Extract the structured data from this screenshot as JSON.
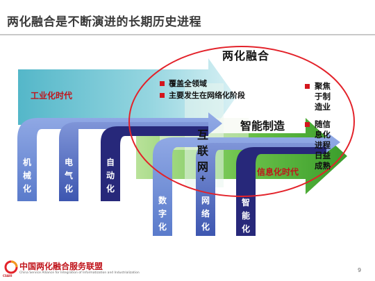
{
  "slide": {
    "title": "两化融合是不断演进的长期历史进程",
    "page_number": "9"
  },
  "diagram": {
    "industrial_era_label": "工业化时代",
    "info_era_label": "信息化时代",
    "fusion_label": "两化融合",
    "internet_plus_label": "互联网+",
    "smart_manufacturing_label": "智能制造",
    "fusion_bullets": [
      "覆盖全领域",
      "主要发生在网络化阶段"
    ],
    "side_bullets": [
      [
        "聚焦",
        "于制",
        "造业"
      ],
      [
        "随信",
        "息化",
        "进程",
        "日益",
        "成熟"
      ]
    ],
    "industrial_stages": [
      [
        "机",
        "械",
        "化"
      ],
      [
        "电",
        "气",
        "化"
      ],
      [
        "自",
        "动",
        "化"
      ]
    ],
    "info_stages": [
      [
        "数",
        "字",
        "化"
      ],
      [
        "网",
        "络",
        "化"
      ],
      [
        "智",
        "能",
        "化"
      ]
    ],
    "colors": {
      "industrial_arrow": "#4bb3c6",
      "info_arrow": "#4fb233",
      "stage_light_blue": "#6f8fd6",
      "stage_dark_blue": "#23236f",
      "ellipse": "#e3222a",
      "bullet_red": "#d4161d"
    }
  },
  "footer": {
    "org_name": "中国两化融合服务联盟",
    "org_name_en": "China Service Alliance for Integration of Informatization and Industrialization",
    "logo_text": "CSAIII"
  }
}
